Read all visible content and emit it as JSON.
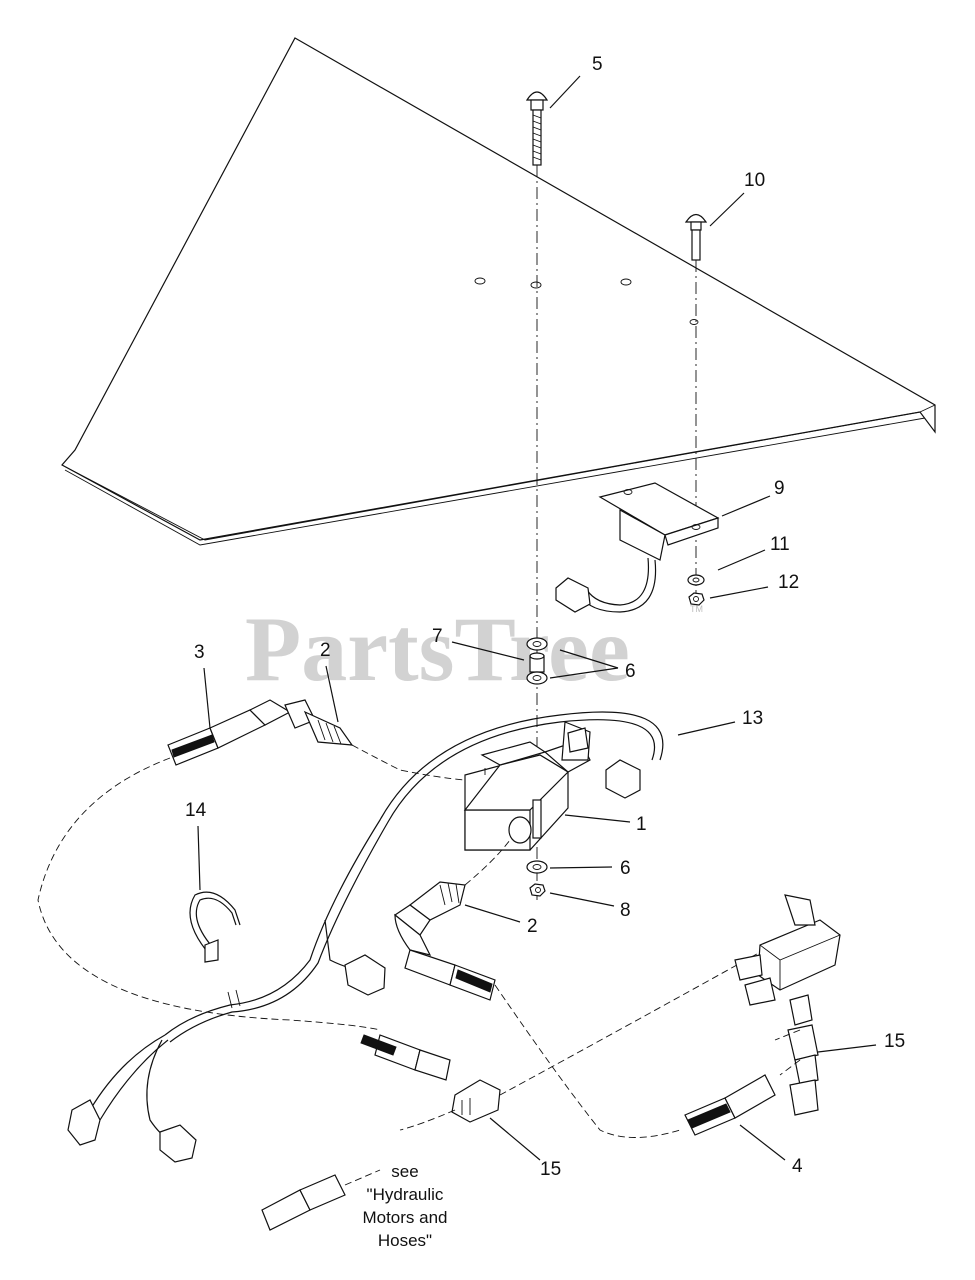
{
  "watermark": {
    "text": "PartsTree",
    "trademark": "TM"
  },
  "callouts": [
    {
      "id": "c5",
      "text": "5"
    },
    {
      "id": "c10",
      "text": "10"
    },
    {
      "id": "c9",
      "text": "9"
    },
    {
      "id": "c11",
      "text": "11"
    },
    {
      "id": "c12",
      "text": "12"
    },
    {
      "id": "c7",
      "text": "7"
    },
    {
      "id": "c6a",
      "text": "6"
    },
    {
      "id": "c3",
      "text": "3"
    },
    {
      "id": "c2a",
      "text": "2"
    },
    {
      "id": "c13",
      "text": "13"
    },
    {
      "id": "c1",
      "text": "1"
    },
    {
      "id": "c6b",
      "text": "6"
    },
    {
      "id": "c14",
      "text": "14"
    },
    {
      "id": "c8",
      "text": "8"
    },
    {
      "id": "c2b",
      "text": "2"
    },
    {
      "id": "c15a",
      "text": "15"
    },
    {
      "id": "c15b",
      "text": "15"
    },
    {
      "id": "c4",
      "text": "4"
    }
  ],
  "note": {
    "lines": [
      "see",
      "\"Hydraulic",
      "Motors and",
      "Hoses\""
    ]
  }
}
